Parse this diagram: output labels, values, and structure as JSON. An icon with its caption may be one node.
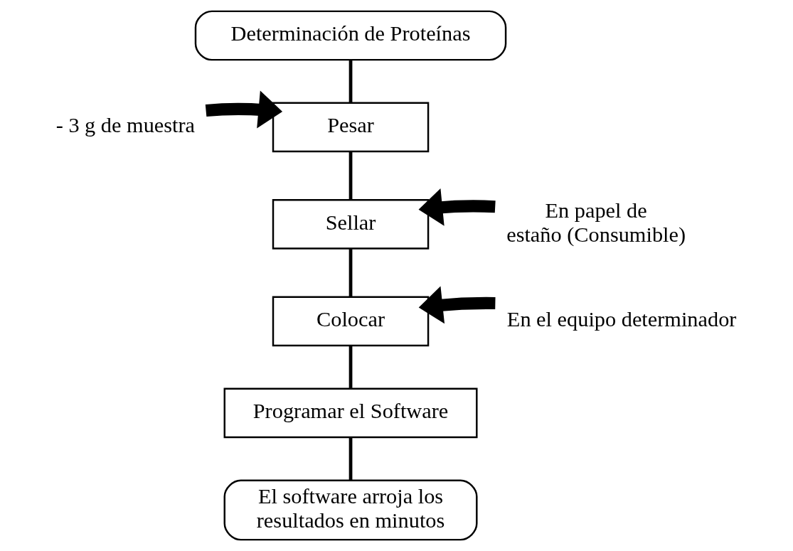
{
  "diagram": {
    "nodes": [
      {
        "text": [
          "Determinación de Proteínas"
        ]
      },
      {
        "text": [
          "Pesar"
        ]
      },
      {
        "text": [
          "Sellar"
        ]
      },
      {
        "text": [
          "Colocar"
        ]
      },
      {
        "text": [
          "Programar el Software"
        ]
      },
      {
        "text": [
          "El software arroja los resultados en minutos"
        ]
      },
      {
        "text": [
          "- 3 g de muestra"
        ]
      },
      {
        "text": [
          "En papel de estaño (Consumible)"
        ]
      },
      {
        "text": [
          "En el equipo determinador"
        ]
      }
    ],
    "edges": [
      {
        "from": 0,
        "to": 1,
        "arrow": "none"
      },
      {
        "from": 1,
        "to": 2,
        "arrow": "none"
      },
      {
        "from": 2,
        "to": 3,
        "arrow": "none"
      },
      {
        "from": 3,
        "to": 4,
        "arrow": "none"
      },
      {
        "from": 4,
        "to": 5,
        "arrow": "none"
      },
      {
        "from": 6,
        "to": 1,
        "arrow": "to",
        "style": "thick"
      },
      {
        "from": 7,
        "to": 2,
        "arrow": "to",
        "style": "thick"
      },
      {
        "from": 8,
        "to": 3,
        "arrow": "to",
        "style": "thick"
      }
    ]
  }
}
